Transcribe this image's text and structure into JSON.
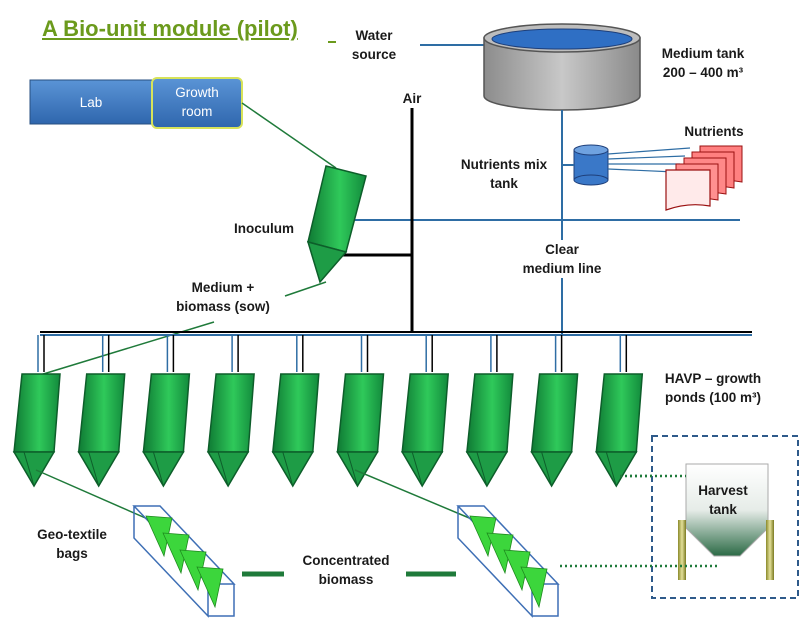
{
  "title": "A Bio-unit module (pilot)",
  "labels": {
    "water_source": [
      "Water",
      "source"
    ],
    "medium_tank": [
      "Medium tank",
      "200 – 400 m³"
    ],
    "air": "Air",
    "nutrients": "Nutrients",
    "nutrients_mix_tank": [
      "Nutrients mix",
      "tank"
    ],
    "lab": "Lab",
    "growth_room": [
      "Growth",
      "room"
    ],
    "inoculum": "Inoculum",
    "medium_biomass": [
      "Medium +",
      "biomass (sow)"
    ],
    "clear_medium_line": [
      "Clear",
      "medium line"
    ],
    "havp_ponds": [
      "HAVP – growth",
      "ponds (100 m³)"
    ],
    "geo_textile_bags": [
      "Geo-textile",
      "bags"
    ],
    "concentrated_biomass": [
      "Concentrated",
      "biomass"
    ],
    "harvest_tank": [
      "Harvest",
      "tank"
    ]
  },
  "pond_count": 10,
  "colors": {
    "title": "#6b9a1c",
    "pond_fill": "#22a845",
    "pond_edge": "#0d5e2a",
    "line_blue": "#2e6da4",
    "box_blue": "#3e7cc2",
    "tank_gray": "#a9a9a9",
    "water_blue": "#2f6fc4",
    "bag_green": "#3cd63c",
    "link_green": "#1f7a3a"
  }
}
